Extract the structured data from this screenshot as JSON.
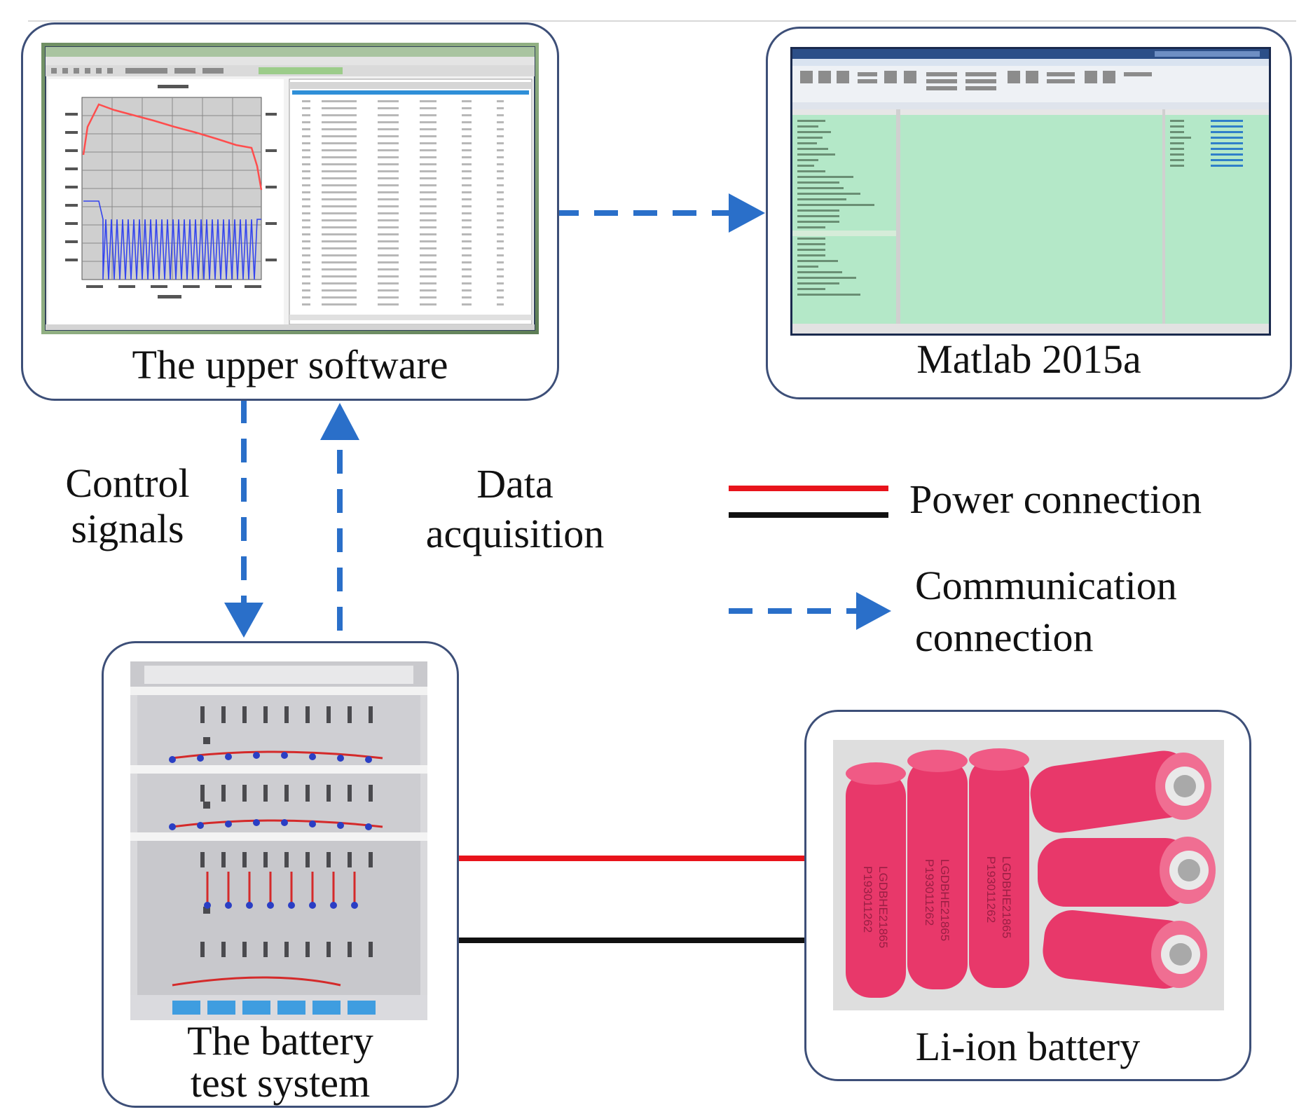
{
  "nodes": {
    "upper_software": {
      "caption": "The upper software"
    },
    "matlab": {
      "caption": "Matlab 2015a"
    },
    "battery_test_system": {
      "caption_line1": "The battery",
      "caption_line2": "test system"
    },
    "li_ion_battery": {
      "caption": "Li-ion battery",
      "cell_text_1": "LGDBHE21865",
      "cell_text_2": "P193011262"
    }
  },
  "edges": {
    "control_signals": {
      "line1": "Control",
      "line2": "signals"
    },
    "data_acquisition": {
      "line1": "Data",
      "line2": "acquisition"
    }
  },
  "legend": {
    "power": {
      "label": "Power connection",
      "colors": [
        "#e8131b",
        "#111111"
      ]
    },
    "communication": {
      "line1": "Communication",
      "line2": "connection",
      "color": "#2a6fc9"
    }
  },
  "colors": {
    "box_border": "#3d4f78",
    "communication": "#2a6fc9",
    "power_positive": "#e8131b",
    "power_negative": "#111111",
    "matlab_workspace": "#b4e8c8",
    "cell_body": "#e8386a"
  }
}
